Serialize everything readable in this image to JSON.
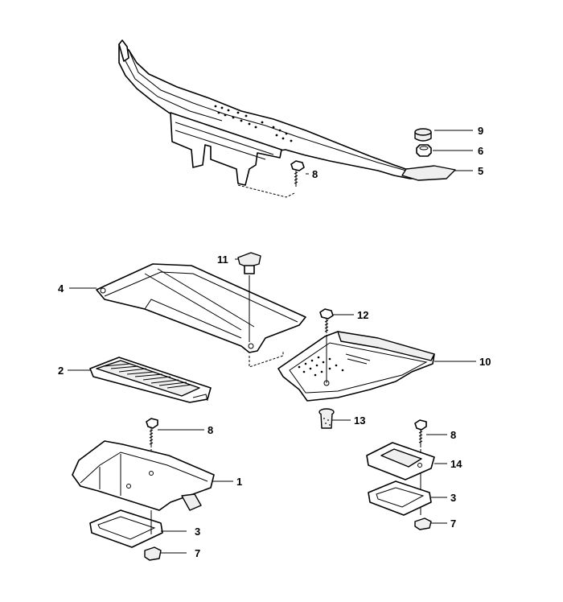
{
  "callouts": {
    "c9": "9",
    "c6": "6",
    "c5": "5",
    "c8_top": "8",
    "c11": "11",
    "c4": "4",
    "c12": "12",
    "c10": "10",
    "c2": "2",
    "c13": "13",
    "c8_mid": "8",
    "c1": "1",
    "c3_left": "3",
    "c7_left": "7",
    "c8_right": "8",
    "c14": "14",
    "c3_right": "3",
    "c7_right": "7"
  }
}
